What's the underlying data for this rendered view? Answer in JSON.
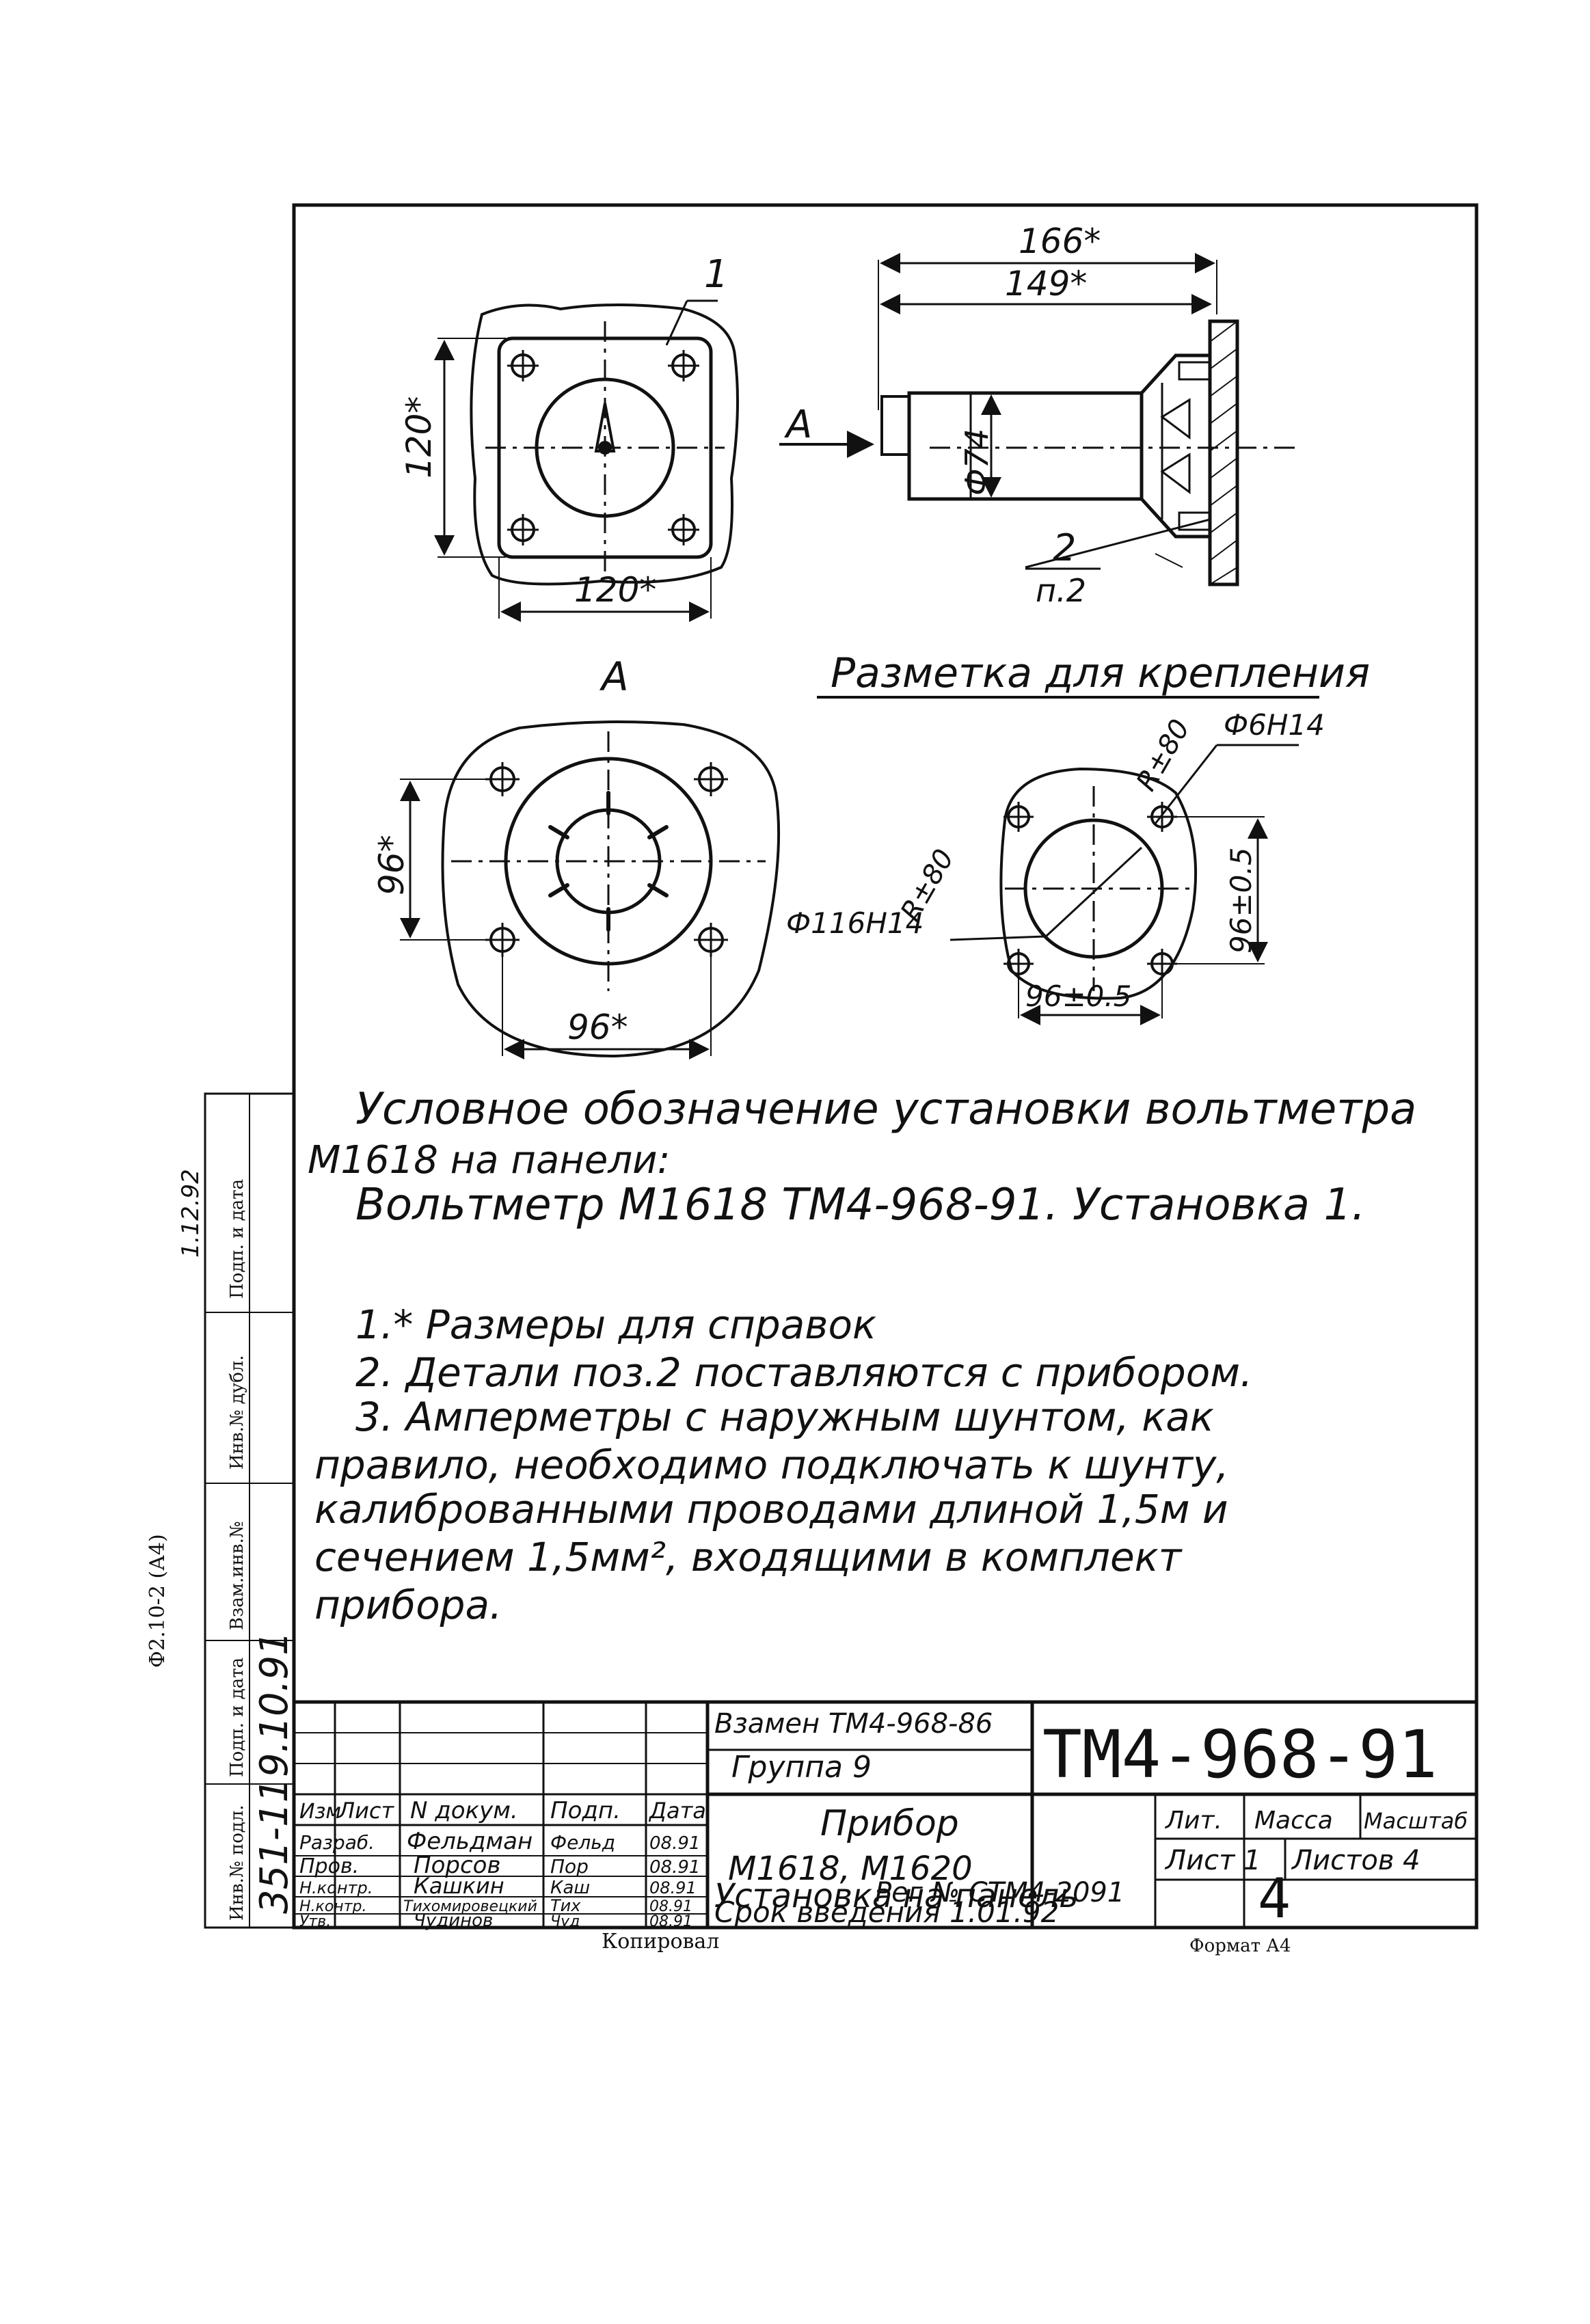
{
  "drawing": {
    "front_view": {
      "callout": "1",
      "dim_height": "120*",
      "dim_width": "120*"
    },
    "side_view": {
      "dim_overall": "166*",
      "dim_body": "149*",
      "section_arrow": "A",
      "diameter": "Ф74",
      "callout_num": "2",
      "callout_ref": "п.2"
    },
    "view_a": {
      "label": "A",
      "dim_height": "96*",
      "dim_width": "96*"
    },
    "mounting": {
      "title": "Разметка для крепления",
      "hole_dia": "Ф6Н14",
      "radius_top": "R±80",
      "cutout_dia": "Ф116Н14",
      "radius_left": "R±80",
      "dim_vertical": "96±0.5",
      "dim_horizontal": "96±0.5"
    }
  },
  "designation": {
    "line1": "Условное обозначение установки вольтметра",
    "line2": "М1618 на панели:",
    "line3": "Вольтметр М1618 ТМ4-968-91. Установка 1."
  },
  "notes": [
    "1.* Размеры для справок",
    "2. Детали поз.2 поставляются с прибором.",
    "3. Амперметры с наружным шунтом, как",
    "правило, необходимо подключать к шунту,",
    "калиброванными проводами длиной 1,5м и",
    "сечением 1,5мм², входящими в комплект",
    "прибора."
  ],
  "title_block": {
    "replaces": "Взамен ТМ4-968-86",
    "group": "Группа 9",
    "doc_number": "ТМ4-968-91",
    "name_line1": "Прибор",
    "name_line2": "М1618, М1620",
    "name_line3": "Установка на панель",
    "reg": "Рег № СТМ4-2091",
    "intro_date": "Срок введения 1.01.92",
    "lit_label": "Лит.",
    "mass_label": "Масса",
    "scale_label": "Масштаб",
    "sheet_label": "Лист 1",
    "sheets_label": "Листов 4",
    "sheet_count": "4",
    "header": [
      "Изм",
      "Лист",
      "N докум.",
      "Подп.",
      "Дата"
    ],
    "rows": [
      {
        "role": "Разраб.",
        "name": "Фельдман",
        "sign": "Фельд",
        "date": "08.91"
      },
      {
        "role": "Пров.",
        "name": "Порсов",
        "sign": "Пор",
        "date": "08.91"
      },
      {
        "role": "Н.контр.",
        "name": "Кашкин",
        "sign": "Каш",
        "date": "08.91"
      },
      {
        "role": "Н.контр.",
        "name": "Тихомировецкий",
        "sign": "Тих",
        "date": "08.91"
      },
      {
        "role": "Утв.",
        "name": "Чудинов",
        "sign": "Чуд",
        "date": "08.91"
      }
    ]
  },
  "margin": {
    "inv_no_label": "Инв.№ подл.",
    "inv_no_value": "351-11",
    "sign_date_label": "Подп. и дата",
    "sign_date_value": "9.10.91",
    "replaces_inv_label": "Взам.инв.№",
    "dupl_label": "Инв.№ дубл.",
    "sign_date2_label": "Подп. и дата",
    "stamp": "Ф2.10-2 (А4)",
    "handwritten": "1.12.92"
  },
  "footer": {
    "copied": "Копировал",
    "format": "Формат А4"
  }
}
